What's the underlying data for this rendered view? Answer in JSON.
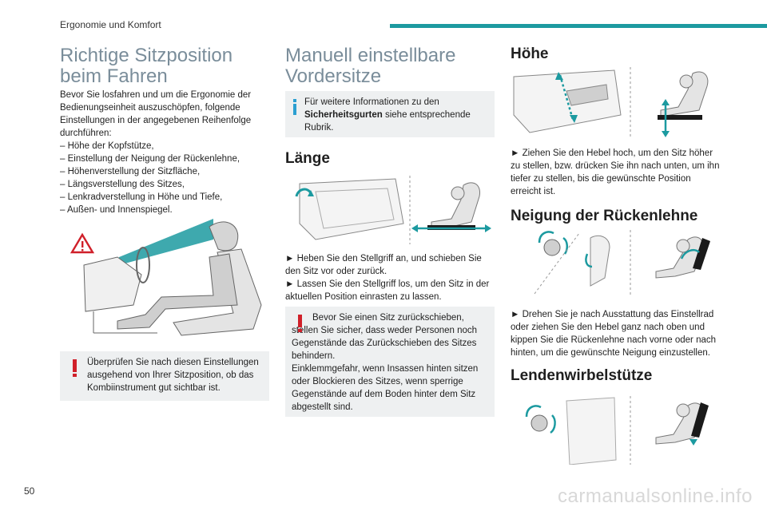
{
  "header": {
    "section": "Ergonomie und Komfort"
  },
  "page_number": "50",
  "watermark": "carmanualsonline.info",
  "col1": {
    "title": "Richtige Sitzposition beim Fahren",
    "intro": "Bevor Sie losfahren und um die Ergonomie der Bedienungseinheit auszuschöpfen, folgende Einstellungen in der angegebenen Reihenfolge durchführen:",
    "steps": [
      "– Höhe der Kopfstütze,",
      "– Einstellung der Neigung der Rückenlehne,",
      "– Höhenverstellung der Sitzfläche,",
      "– Längsverstellung des Sitzes,",
      "– Lenkradverstellung in Höhe und Tiefe,",
      "– Außen- und Innenspiegel."
    ],
    "warning": "Überprüfen Sie nach diesen Einstellungen ausgehend von Ihrer Sitzposition, ob das Kombiinstrument gut sichtbar ist."
  },
  "col2": {
    "title": "Manuell einstellbare Vordersitze",
    "info_pre": "Für weitere Informationen zu den ",
    "info_bold": "Sicherheitsgurten",
    "info_post": " siehe entsprechende Rubrik.",
    "laenge_title": "Länge",
    "laenge_steps": [
      "► Heben Sie den Stellgriff an, und schieben Sie den Sitz vor oder zurück.",
      "► Lassen Sie den Stellgriff los, um den Sitz in der aktuellen Position einrasten zu lassen."
    ],
    "warning_1": "Bevor Sie einen Sitz zurückschieben, stellen Sie sicher, dass weder Personen noch Gegenstände das Zurückschieben des Sitzes behindern.",
    "warning_2": "Einklemmgefahr, wenn Insassen hinten sitzen oder Blockieren des Sitzes, wenn sperrige Gegenstände auf dem Boden hinter dem Sitz abgestellt sind."
  },
  "col3": {
    "hoehe_title": "Höhe",
    "hoehe_text": "► Ziehen Sie den Hebel hoch, um den Sitz höher zu stellen, bzw. drücken Sie ihn nach unten, um ihn tiefer zu stellen, bis die gewünschte Position erreicht ist.",
    "neigung_title": "Neigung der Rückenlehne",
    "neigung_text": "► Drehen Sie je nach Ausstattung das Einstellrad oder ziehen Sie den Hebel ganz nach oben und kippen Sie die Rückenlehne nach vorne oder nach hinten, um die gewünschte Neigung einzustellen.",
    "lenden_title": "Lendenwirbelstütze"
  },
  "colors": {
    "accent": "#1c9aa0",
    "warning": "#d0202a",
    "info": "#2b9fd1",
    "note_bg": "#eef0f1",
    "heading_light": "#7a8d9a"
  },
  "icons": [
    "warning-triangle-icon",
    "exclamation-mark-icon",
    "info-mark-icon",
    "arrow-icon"
  ]
}
